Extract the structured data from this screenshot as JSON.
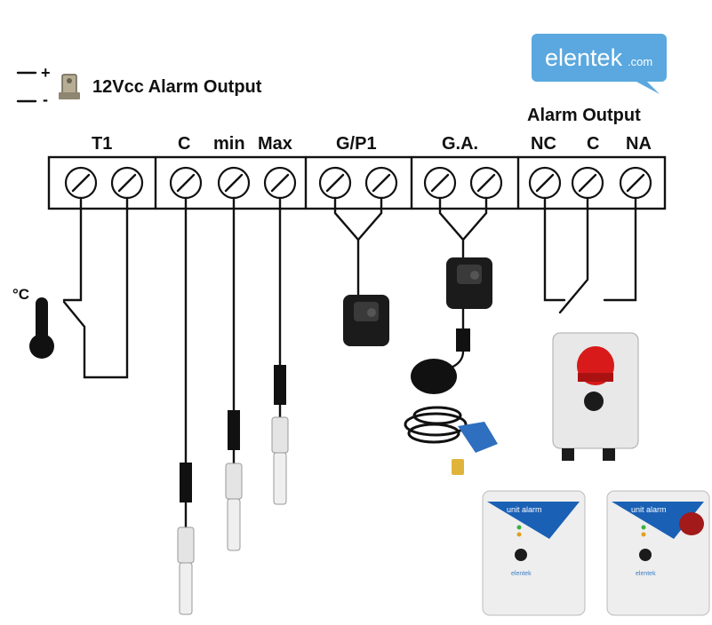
{
  "brand": {
    "name": "elentek",
    "suffix": ".com",
    "color": "#5aa8df"
  },
  "legend": {
    "plus": "+",
    "minus": "-",
    "label": "12Vcc Alarm Output"
  },
  "header": {
    "alarm_output": "Alarm Output"
  },
  "terminal_groups": [
    {
      "labels": [
        "T1"
      ],
      "terminals": 2
    },
    {
      "labels": [
        "C",
        "min",
        "Max"
      ],
      "terminals": 3
    },
    {
      "labels": [
        "G/P1"
      ],
      "terminals": 2
    },
    {
      "labels": [
        "G.A."
      ],
      "terminals": 2
    },
    {
      "labels": [
        "NC",
        "C",
        "NA"
      ],
      "terminals": 3
    }
  ],
  "thermostat": {
    "unit": "°C"
  },
  "units": [
    {
      "title": "unit alarm",
      "brand": "elentek"
    },
    {
      "title": "unit alarm",
      "brand": "elentek"
    }
  ],
  "colors": {
    "accent": "#5aa8df",
    "beacon_red": "#d81a1a",
    "float_blue": "#2f6fbf",
    "device_black": "#1b1b1b"
  }
}
